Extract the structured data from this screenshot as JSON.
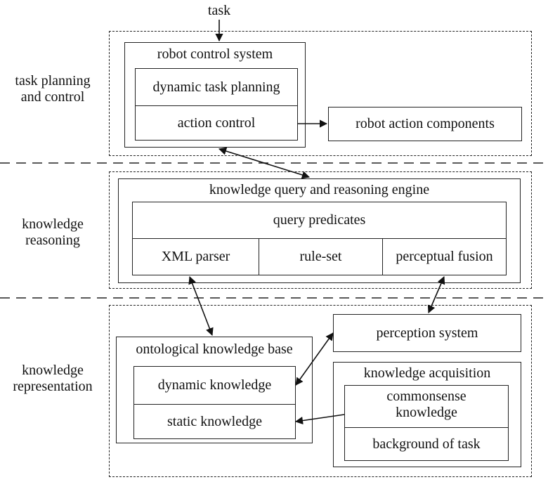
{
  "input_label": "task",
  "layers": [
    {
      "label_line1": "task planning",
      "label_line2": "and control"
    },
    {
      "label_line1": "knowledge",
      "label_line2": "reasoning"
    },
    {
      "label_line1": "knowledge",
      "label_line2": "representation"
    }
  ],
  "control": {
    "system_title": "robot control system",
    "task_planning": "dynamic task planning",
    "action_control": "action control",
    "action_components": "robot action components"
  },
  "reasoning": {
    "engine_title": "knowledge query and reasoning engine",
    "query_predicates": "query predicates",
    "xml_parser": "XML parser",
    "rule_set": "rule-set",
    "perceptual_fusion": "perceptual fusion"
  },
  "representation": {
    "perception_system": "perception system",
    "kb_title": "ontological knowledge base",
    "dynamic_knowledge": "dynamic knowledge",
    "static_knowledge": "static knowledge",
    "acquisition_title": "knowledge acquisition",
    "commonsense_line1": "commonsense",
    "commonsense_line2": "knowledge",
    "background": "background of task"
  }
}
